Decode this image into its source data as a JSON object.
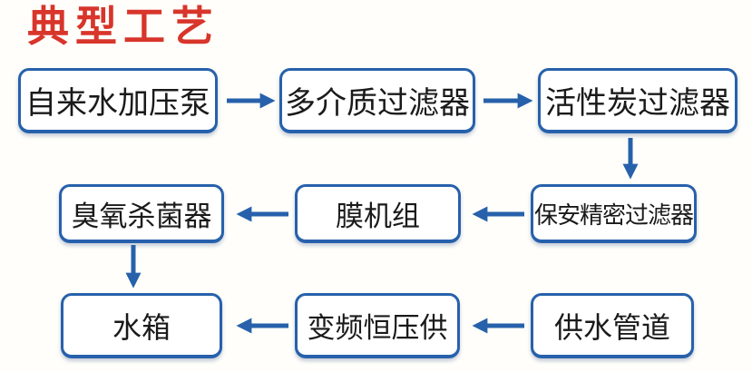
{
  "page": {
    "background_color": "#fffefa",
    "accent_blue": "#2761ab",
    "title_red": "#d8352b"
  },
  "title": {
    "text": "典型工艺"
  },
  "flowchart": {
    "nodes": [
      {
        "id": "tap-water-pump",
        "label": "自来水加压泵"
      },
      {
        "id": "multimedia-filter",
        "label": "多介质过滤器"
      },
      {
        "id": "activated-carbon-filter",
        "label": "活性炭过滤器"
      },
      {
        "id": "security-precision-filter",
        "label": "保安精密过滤器"
      },
      {
        "id": "membrane-unit",
        "label": "膜机组"
      },
      {
        "id": "ozone-sterilizer",
        "label": "臭氧杀菌器"
      },
      {
        "id": "water-tank",
        "label": "水箱"
      },
      {
        "id": "vfd-constant-pressure",
        "label": "变频恒压供"
      },
      {
        "id": "water-supply-pipe",
        "label": "供水管道"
      }
    ],
    "edges": [
      {
        "from": "自来水加压泵",
        "to": "多介质过滤器",
        "direction": "right"
      },
      {
        "from": "多介质过滤器",
        "to": "活性炭过滤器",
        "direction": "right"
      },
      {
        "from": "活性炭过滤器",
        "to": "保安精密过滤器",
        "direction": "down"
      },
      {
        "from": "保安精密过滤器",
        "to": "膜机组",
        "direction": "left"
      },
      {
        "from": "膜机组",
        "to": "臭氧杀菌器",
        "direction": "left"
      },
      {
        "from": "臭氧杀菌器",
        "to": "水箱",
        "direction": "down"
      },
      {
        "from": "供水管道",
        "to": "变频恒压供",
        "direction": "left"
      },
      {
        "from": "变频恒压供",
        "to": "水箱",
        "direction": "left"
      }
    ]
  }
}
